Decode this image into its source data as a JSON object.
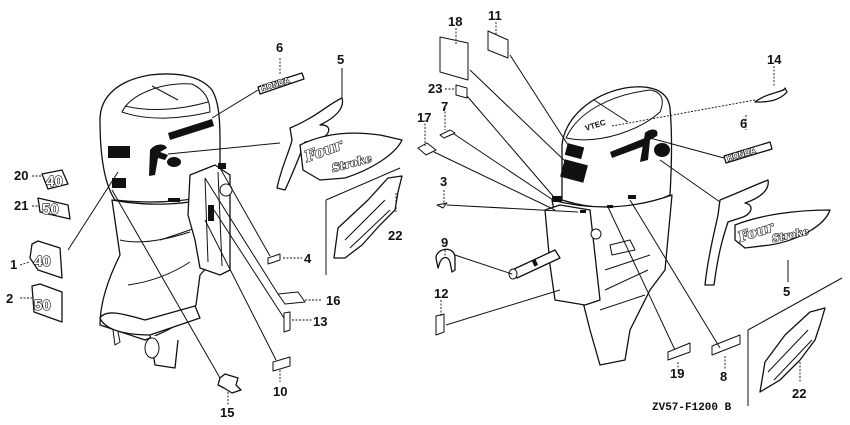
{
  "diagram": {
    "title": "Outboard motor label / emblem parts diagram",
    "drawing_code": "ZV57-F1200 B",
    "ink_color": "#111111",
    "background_color": "#ffffff",
    "callouts": [
      {
        "id": "1",
        "part": "badge-40-lower"
      },
      {
        "id": "2",
        "part": "badge-50-lower"
      },
      {
        "id": "3",
        "part": "triangle-mark"
      },
      {
        "id": "4",
        "part": "small-label"
      },
      {
        "id": "5",
        "part": "four-stroke-emblem"
      },
      {
        "id": "6",
        "part": "honda-emblem"
      },
      {
        "id": "7",
        "part": "small-label"
      },
      {
        "id": "8",
        "part": "rect-label"
      },
      {
        "id": "9",
        "part": "clip-cover"
      },
      {
        "id": "10",
        "part": "small-label"
      },
      {
        "id": "11",
        "part": "rect-label"
      },
      {
        "id": "12",
        "part": "small-label"
      },
      {
        "id": "13",
        "part": "small-label"
      },
      {
        "id": "14",
        "part": "top-cover-emblem"
      },
      {
        "id": "15",
        "part": "small-emblem"
      },
      {
        "id": "16",
        "part": "slanted-label"
      },
      {
        "id": "17",
        "part": "diamond-label"
      },
      {
        "id": "18",
        "part": "large-rect-label"
      },
      {
        "id": "19",
        "part": "rect-label"
      },
      {
        "id": "20",
        "part": "badge-40"
      },
      {
        "id": "21",
        "part": "badge-50"
      },
      {
        "id": "22",
        "part": "side-graphic-decal"
      },
      {
        "id": "23",
        "part": "tiny-label"
      }
    ],
    "badge_texts": {
      "forty": "40",
      "fifty": "50",
      "honda": "HONDA",
      "four": "Four",
      "stroke": "Stroke",
      "f": "F",
      "vtec": "VTEC"
    }
  }
}
